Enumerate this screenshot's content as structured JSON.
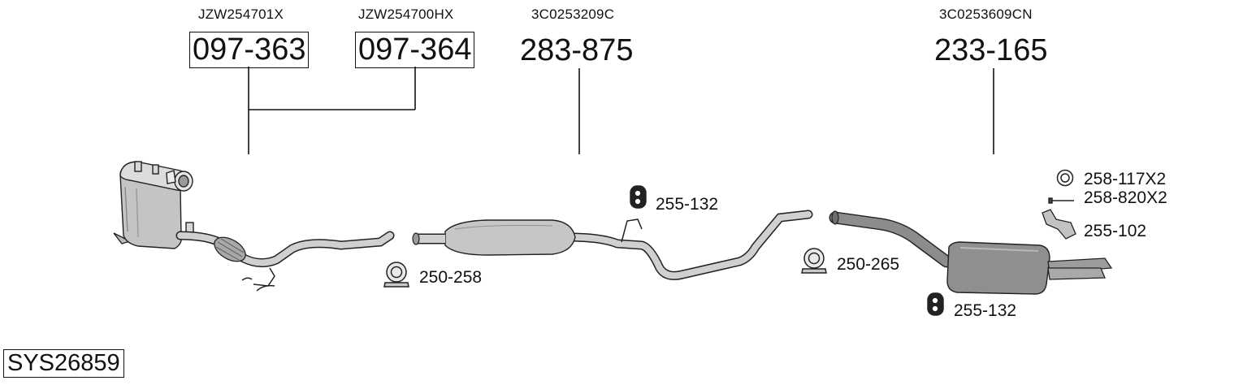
{
  "parts": [
    {
      "oem": "JZW254701X",
      "number": "097-363",
      "boxed": true
    },
    {
      "oem": "JZW254700HX",
      "number": "097-364",
      "boxed": true
    },
    {
      "oem": "3C0253209C",
      "number": "283-875",
      "boxed": false
    },
    {
      "oem": "3C0253609CN",
      "number": "233-165",
      "boxed": false
    }
  ],
  "accessories": {
    "hanger_mid": "255-132",
    "clamp_left": "250-258",
    "clamp_right": "250-265",
    "gasket": "258-117X2",
    "bolt": "258-820X2",
    "bracket": "255-102",
    "hanger_rear": "255-132"
  },
  "system_code": "SYS26859",
  "colors": {
    "line": "#111111",
    "part_fill": "#c9c9c9",
    "part_dark": "#8a8a8a"
  }
}
